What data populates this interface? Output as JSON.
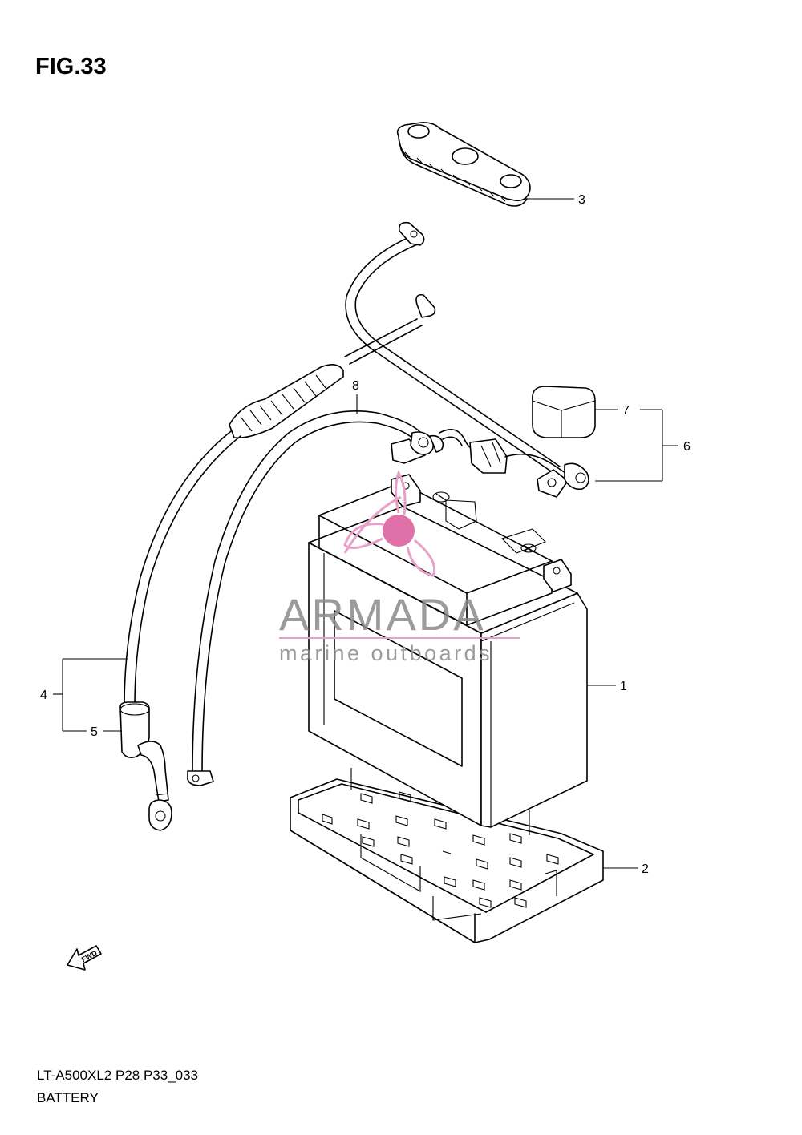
{
  "figure": {
    "title": "FIG.33"
  },
  "footer": {
    "code": "LT-A500XL2 P28 P33_033",
    "name": "BATTERY"
  },
  "watermark": {
    "brand": "ARMADA",
    "tagline": "marine outboards",
    "colors": {
      "logo": "#e8a0c8",
      "logo_dot": "#e070a8",
      "text": "#8a8a8a"
    }
  },
  "direction_marker": {
    "label": "FWD",
    "icon": "fwd-arrow-icon"
  },
  "callouts": [
    {
      "id": "callout-1",
      "number": "1",
      "part": "battery"
    },
    {
      "id": "callout-2",
      "number": "2",
      "part": "battery-tray"
    },
    {
      "id": "callout-3",
      "number": "3",
      "part": "terminal-cover"
    },
    {
      "id": "callout-4",
      "number": "4",
      "part": "negative-cable-assembly"
    },
    {
      "id": "callout-5",
      "number": "5",
      "part": "terminal-boot"
    },
    {
      "id": "callout-6",
      "number": "6",
      "part": "positive-lead-assembly"
    },
    {
      "id": "callout-7",
      "number": "7",
      "part": "fuse-cap"
    },
    {
      "id": "callout-8",
      "number": "8",
      "part": "positive-cable"
    }
  ]
}
